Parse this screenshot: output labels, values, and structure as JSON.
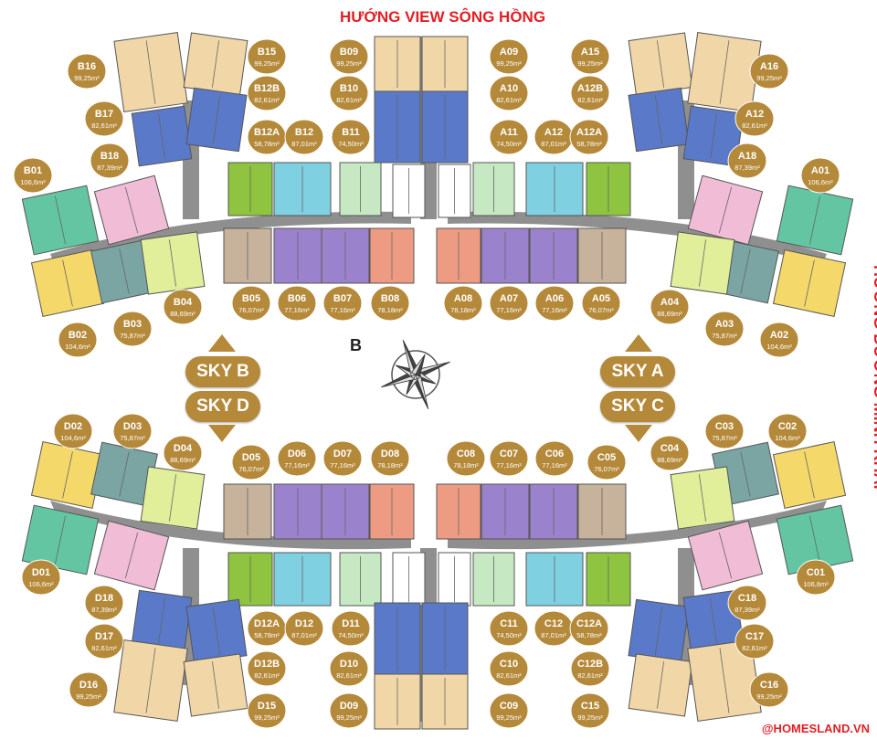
{
  "title_top": "HƯỚNG VIEW SÔNG HỒNG",
  "title_right": "HƯỚNG ĐƯỜNG MINH KHAI",
  "watermark": "@HOMESLAND.VN",
  "compass_label": "B",
  "sky_labels": {
    "b": "SKY B",
    "d": "SKY D",
    "a": "SKY A",
    "c": "SKY C"
  },
  "colors": {
    "badge": "#b5893a",
    "corridor": "#8f8f8f",
    "title": "#e31e24",
    "peach": "#f1d7a8",
    "blue": "#5a79c9",
    "green": "#8ec440",
    "cyan": "#7fd0e0",
    "mint": "#c6e9c4",
    "pink": "#f1bcd6",
    "teal": "#63c5a2",
    "yellow": "#f5d86a",
    "slate": "#7aa5a3",
    "lime": "#e1ee9a",
    "taupe": "#c7b29b",
    "purple": "#9a83cc",
    "salmon": "#ee9b83"
  },
  "units": [
    {
      "code": "B15",
      "area": "99,25m²"
    },
    {
      "code": "B16",
      "area": "99,25m²"
    },
    {
      "code": "B12B",
      "area": "82,61m²"
    },
    {
      "code": "B17",
      "area": "82,61m²"
    },
    {
      "code": "B12A",
      "area": "58,78m²"
    },
    {
      "code": "B12",
      "area": "87,01m²"
    },
    {
      "code": "B11",
      "area": "74,50m²"
    },
    {
      "code": "B18",
      "area": "87,39m²"
    },
    {
      "code": "B01",
      "area": "106,6m²"
    },
    {
      "code": "B09",
      "area": "99,25m²"
    },
    {
      "code": "B10",
      "area": "82,61m²"
    },
    {
      "code": "A09",
      "area": "99,25m²"
    },
    {
      "code": "A10",
      "area": "82,61m²"
    },
    {
      "code": "A11",
      "area": "74,50m²"
    },
    {
      "code": "A12",
      "area": "87,01m²"
    },
    {
      "code": "A12A",
      "area": "58,78m²"
    },
    {
      "code": "A15",
      "area": "99,25m²"
    },
    {
      "code": "A16",
      "area": "99,25m²"
    },
    {
      "code": "A12B",
      "area": "82,61m²"
    },
    {
      "code": "A12",
      "area": "82,61m²"
    },
    {
      "code": "A18",
      "area": "87,39m²"
    },
    {
      "code": "A01",
      "area": "106,6m²"
    },
    {
      "code": "B02",
      "area": "104,6m²"
    },
    {
      "code": "B03",
      "area": "75,87m²"
    },
    {
      "code": "B04",
      "area": "88,69m²"
    },
    {
      "code": "B05",
      "area": "76,07m²"
    },
    {
      "code": "B06",
      "area": "77,16m²"
    },
    {
      "code": "B07",
      "area": "77,16m²"
    },
    {
      "code": "B08",
      "area": "78,18m²"
    },
    {
      "code": "A08",
      "area": "78,18m²"
    },
    {
      "code": "A07",
      "area": "77,16m²"
    },
    {
      "code": "A06",
      "area": "77,16m²"
    },
    {
      "code": "A05",
      "area": "76,07m²"
    },
    {
      "code": "A04",
      "area": "88,69m²"
    },
    {
      "code": "A03",
      "area": "75,87m²"
    },
    {
      "code": "A02",
      "area": "104,6m²"
    },
    {
      "code": "D02",
      "area": "104,6m²"
    },
    {
      "code": "D03",
      "area": "75,87m²"
    },
    {
      "code": "D04",
      "area": "88,69m²"
    },
    {
      "code": "D05",
      "area": "76,07m²"
    },
    {
      "code": "D06",
      "area": "77,16m²"
    },
    {
      "code": "D07",
      "area": "77,16m²"
    },
    {
      "code": "D08",
      "area": "78,18m²"
    },
    {
      "code": "C08",
      "area": "78,18m²"
    },
    {
      "code": "C07",
      "area": "77,16m²"
    },
    {
      "code": "C06",
      "area": "77,16m²"
    },
    {
      "code": "C05",
      "area": "76,07m²"
    },
    {
      "code": "C04",
      "area": "88,69m²"
    },
    {
      "code": "C03",
      "area": "75,87m²"
    },
    {
      "code": "C02",
      "area": "104,6m²"
    },
    {
      "code": "D01",
      "area": "106,6m²"
    },
    {
      "code": "D18",
      "area": "87,39m²"
    },
    {
      "code": "D12A",
      "area": "58,78m²"
    },
    {
      "code": "D12",
      "area": "87,01m²"
    },
    {
      "code": "D11",
      "area": "74,50m²"
    },
    {
      "code": "C11",
      "area": "74,50m²"
    },
    {
      "code": "C12",
      "area": "87,01m²"
    },
    {
      "code": "C12A",
      "area": "58,78m²"
    },
    {
      "code": "C18",
      "area": "87,39m²"
    },
    {
      "code": "C01",
      "area": "106,6m²"
    },
    {
      "code": "D17",
      "area": "82,61m²"
    },
    {
      "code": "D12B",
      "area": "82,61m²"
    },
    {
      "code": "D10",
      "area": "82,61m²"
    },
    {
      "code": "C10",
      "area": "82,61m²"
    },
    {
      "code": "C12B",
      "area": "82,61m²"
    },
    {
      "code": "C17",
      "area": "82,61m²"
    },
    {
      "code": "D16",
      "area": "99,25m²"
    },
    {
      "code": "D15",
      "area": "99,25m²"
    },
    {
      "code": "D09",
      "area": "99,25m²"
    },
    {
      "code": "C09",
      "area": "99,25m²"
    },
    {
      "code": "C15",
      "area": "99,25m²"
    },
    {
      "code": "C16",
      "area": "99,25m²"
    }
  ]
}
